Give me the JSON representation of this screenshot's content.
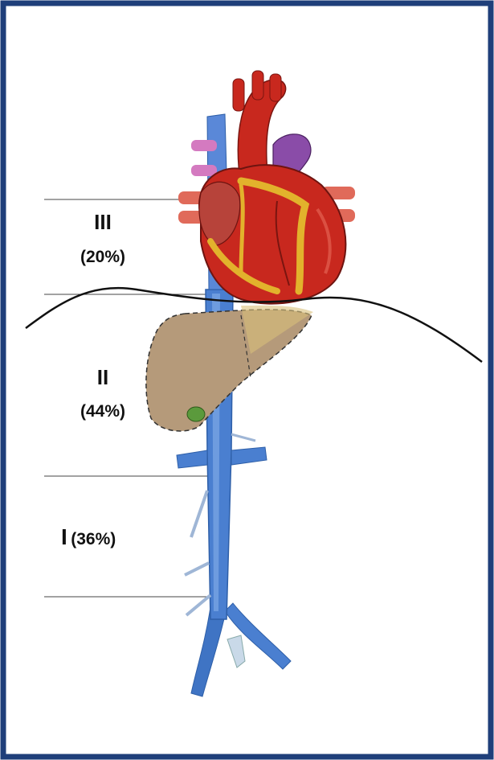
{
  "colors": {
    "frame_border": "#1f3f7a",
    "vena_cava": "#4a7fd0",
    "vena_cava_dark": "#2e5fa8",
    "liver": "#b59a7a",
    "heart_red": "#c8281e",
    "fat": "#e2b22c",
    "gallbladder": "#5b9a3c"
  },
  "zones": [
    {
      "numeral": "III",
      "percent": "(20%)"
    },
    {
      "numeral": "II",
      "percent": "(44%)"
    },
    {
      "numeral": "I",
      "percent": "(36%)"
    }
  ],
  "icons": {
    "heart": "heart-icon",
    "liver": "liver-icon",
    "vein": "inferior-vena-cava"
  }
}
